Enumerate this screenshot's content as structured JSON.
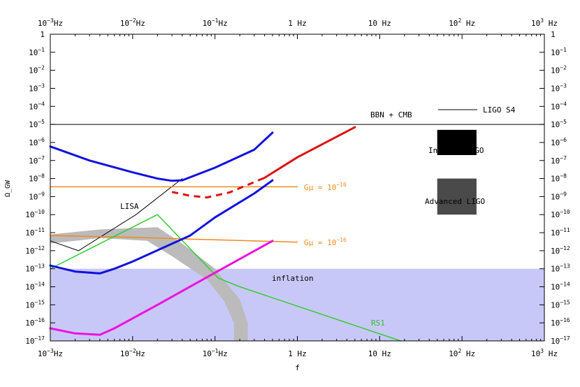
{
  "chart_data": {
    "type": "line",
    "xlabel": "f",
    "ylabel": "Ω_GW",
    "x_scale": "log",
    "y_scale": "log",
    "xlim": [
      0.001,
      1000
    ],
    "ylim": [
      1e-17,
      1
    ],
    "x_ticks": [
      {
        "value": 0.001,
        "base": "10",
        "exp": "−3",
        "unit": "Hz"
      },
      {
        "value": 0.01,
        "base": "10",
        "exp": "−2",
        "unit": "Hz"
      },
      {
        "value": 0.1,
        "base": "10",
        "exp": "−1",
        "unit": "Hz"
      },
      {
        "value": 1,
        "base": "1",
        "exp": "",
        "unit": " Hz"
      },
      {
        "value": 10,
        "base": "10",
        "exp": "",
        "unit": " Hz"
      },
      {
        "value": 100,
        "base": "10",
        "exp": "2",
        "unit": " Hz"
      },
      {
        "value": 1000,
        "base": "10",
        "exp": "3",
        "unit": " Hz"
      }
    ],
    "y_ticks": [
      {
        "value": 1,
        "base": "1",
        "exp": ""
      },
      {
        "value": 0.1,
        "base": "10",
        "exp": "−1"
      },
      {
        "value": 0.01,
        "base": "10",
        "exp": "−2"
      },
      {
        "value": 0.001,
        "base": "10",
        "exp": "−3"
      },
      {
        "value": 0.0001,
        "base": "10",
        "exp": "−4"
      },
      {
        "value": 1e-05,
        "base": "10",
        "exp": "−5"
      },
      {
        "value": 1e-06,
        "base": "10",
        "exp": "−6"
      },
      {
        "value": 1e-07,
        "base": "10",
        "exp": "−7"
      },
      {
        "value": 1e-08,
        "base": "10",
        "exp": "−8"
      },
      {
        "value": 1e-09,
        "base": "10",
        "exp": "−9"
      },
      {
        "value": 1e-10,
        "base": "10",
        "exp": "−10"
      },
      {
        "value": 1e-11,
        "base": "10",
        "exp": "−11"
      },
      {
        "value": 1e-12,
        "base": "10",
        "exp": "−12"
      },
      {
        "value": 1e-13,
        "base": "10",
        "exp": "−13"
      },
      {
        "value": 1e-14,
        "base": "10",
        "exp": "−14"
      },
      {
        "value": 1e-15,
        "base": "10",
        "exp": "−15"
      },
      {
        "value": 1e-16,
        "base": "10",
        "exp": "−16"
      },
      {
        "value": 1e-17,
        "base": "10",
        "exp": "−17"
      }
    ],
    "regions": [
      {
        "name": "inflation",
        "label": "inflation",
        "color": "#c8c8f8",
        "x_range": [
          0.001,
          1000
        ],
        "y_range": [
          1e-17,
          1e-13
        ]
      },
      {
        "name": "Initial LIGO",
        "label": "Initial LIGO",
        "color": "#000000",
        "x_range": [
          50,
          150
        ],
        "y_range": [
          2e-07,
          5e-06
        ]
      },
      {
        "name": "Advanced LIGO",
        "label": "Advanced LIGO",
        "color": "#4a4a4a",
        "x_range": [
          50,
          150
        ],
        "y_range": [
          1e-10,
          1e-08
        ]
      }
    ],
    "cosmic_strings_band": {
      "color": "#bbbbbb",
      "upper": [
        [
          0.001,
          8e-12
        ],
        [
          0.004,
          1.5e-11
        ],
        [
          0.02,
          2e-11
        ],
        [
          0.04,
          2.5e-12
        ],
        [
          0.1,
          1e-13
        ],
        [
          0.2,
          2e-15
        ],
        [
          0.25,
          1e-16
        ],
        [
          0.25,
          1e-17
        ]
      ],
      "lower": [
        [
          0.001,
          2.5e-12
        ],
        [
          0.004,
          5e-12
        ],
        [
          0.015,
          3.5e-12
        ],
        [
          0.03,
          5e-13
        ],
        [
          0.08,
          2.5e-14
        ],
        [
          0.13,
          1.5e-15
        ],
        [
          0.17,
          1e-16
        ],
        [
          0.17,
          1e-17
        ]
      ]
    },
    "hlines": [
      {
        "name": "BBN + CMB",
        "label": "BBN + CMB",
        "y": 1e-05,
        "x_range": [
          0.001,
          1000
        ],
        "color": "#000000"
      }
    ],
    "series": [
      {
        "name": "LISA",
        "label": "LISA",
        "color": "#000000",
        "width": 1,
        "points": [
          [
            0.001,
            3.5e-12
          ],
          [
            0.0022,
            1e-12
          ],
          [
            0.011,
            1e-10
          ],
          [
            0.04,
            1e-08
          ]
        ]
      },
      {
        "name": "Gμ = 10^-10",
        "label_base": "Gμ  =  10",
        "label_exp": "−10",
        "color": "#f08a1e",
        "width": 1.5,
        "points": [
          [
            0.001,
            3.5e-09
          ],
          [
            1,
            3.5e-09
          ]
        ]
      },
      {
        "name": "Gμ = 10^-16",
        "label_base": "Gμ  =  10",
        "label_exp": "−16",
        "color": "#f08a1e",
        "width": 1.5,
        "points": [
          [
            0.001,
            7e-12
          ],
          [
            0.01,
            5.5e-12
          ],
          [
            0.1,
            4e-12
          ],
          [
            1,
            3e-12
          ]
        ]
      },
      {
        "name": "RS1",
        "label": "RS1",
        "color": "#33cc33",
        "width": 1.5,
        "points": [
          [
            0.001,
            1e-13
          ],
          [
            0.02,
            1e-10
          ],
          [
            0.11,
            3e-14
          ],
          [
            0.2,
            1e-14
          ],
          [
            18,
            1e-17
          ]
        ]
      },
      {
        "name": "upper-blue",
        "color": "#1111dd",
        "width": 3,
        "points": [
          [
            0.001,
            6e-07
          ],
          [
            0.003,
            1e-07
          ],
          [
            0.01,
            2.2e-08
          ],
          [
            0.02,
            1e-08
          ],
          [
            0.03,
            7.5e-09
          ],
          [
            0.04,
            8e-09
          ],
          [
            0.1,
            4e-08
          ],
          [
            0.3,
            4e-07
          ],
          [
            0.5,
            3.5e-06
          ]
        ]
      },
      {
        "name": "lower-blue",
        "color": "#1111dd",
        "width": 3,
        "points": [
          [
            0.001,
            1.5e-13
          ],
          [
            0.002,
            7e-14
          ],
          [
            0.004,
            5.5e-14
          ],
          [
            0.006,
            1e-13
          ],
          [
            0.01,
            2.5e-13
          ],
          [
            0.05,
            7e-12
          ],
          [
            0.1,
            7e-11
          ],
          [
            0.3,
            1.5e-09
          ],
          [
            0.5,
            8e-09
          ]
        ]
      },
      {
        "name": "magenta",
        "color": "#ee11dd",
        "width": 3,
        "points": [
          [
            0.001,
            5e-17
          ],
          [
            0.002,
            2.6e-17
          ],
          [
            0.004,
            2.2e-17
          ],
          [
            0.006,
            5e-17
          ],
          [
            0.02,
            1e-15
          ],
          [
            0.1,
            6e-14
          ],
          [
            0.5,
            3.5e-12
          ]
        ]
      },
      {
        "name": "red-solid",
        "color": "#dd1111",
        "width": 3,
        "points": [
          [
            0.4,
            1.1e-08
          ],
          [
            1,
            1.5e-07
          ],
          [
            5,
            7e-06
          ]
        ]
      },
      {
        "name": "red-dashed",
        "color": "#dd1111",
        "width": 3,
        "dashed": true,
        "points": [
          [
            0.03,
            1.8e-09
          ],
          [
            0.05,
            1.1e-09
          ],
          [
            0.08,
            9e-10
          ],
          [
            0.15,
            1.7e-09
          ],
          [
            0.4,
            1.1e-08
          ]
        ]
      }
    ],
    "legend": [
      {
        "label": "LIGO S4",
        "color": "#000000",
        "position": "top-right"
      }
    ]
  }
}
